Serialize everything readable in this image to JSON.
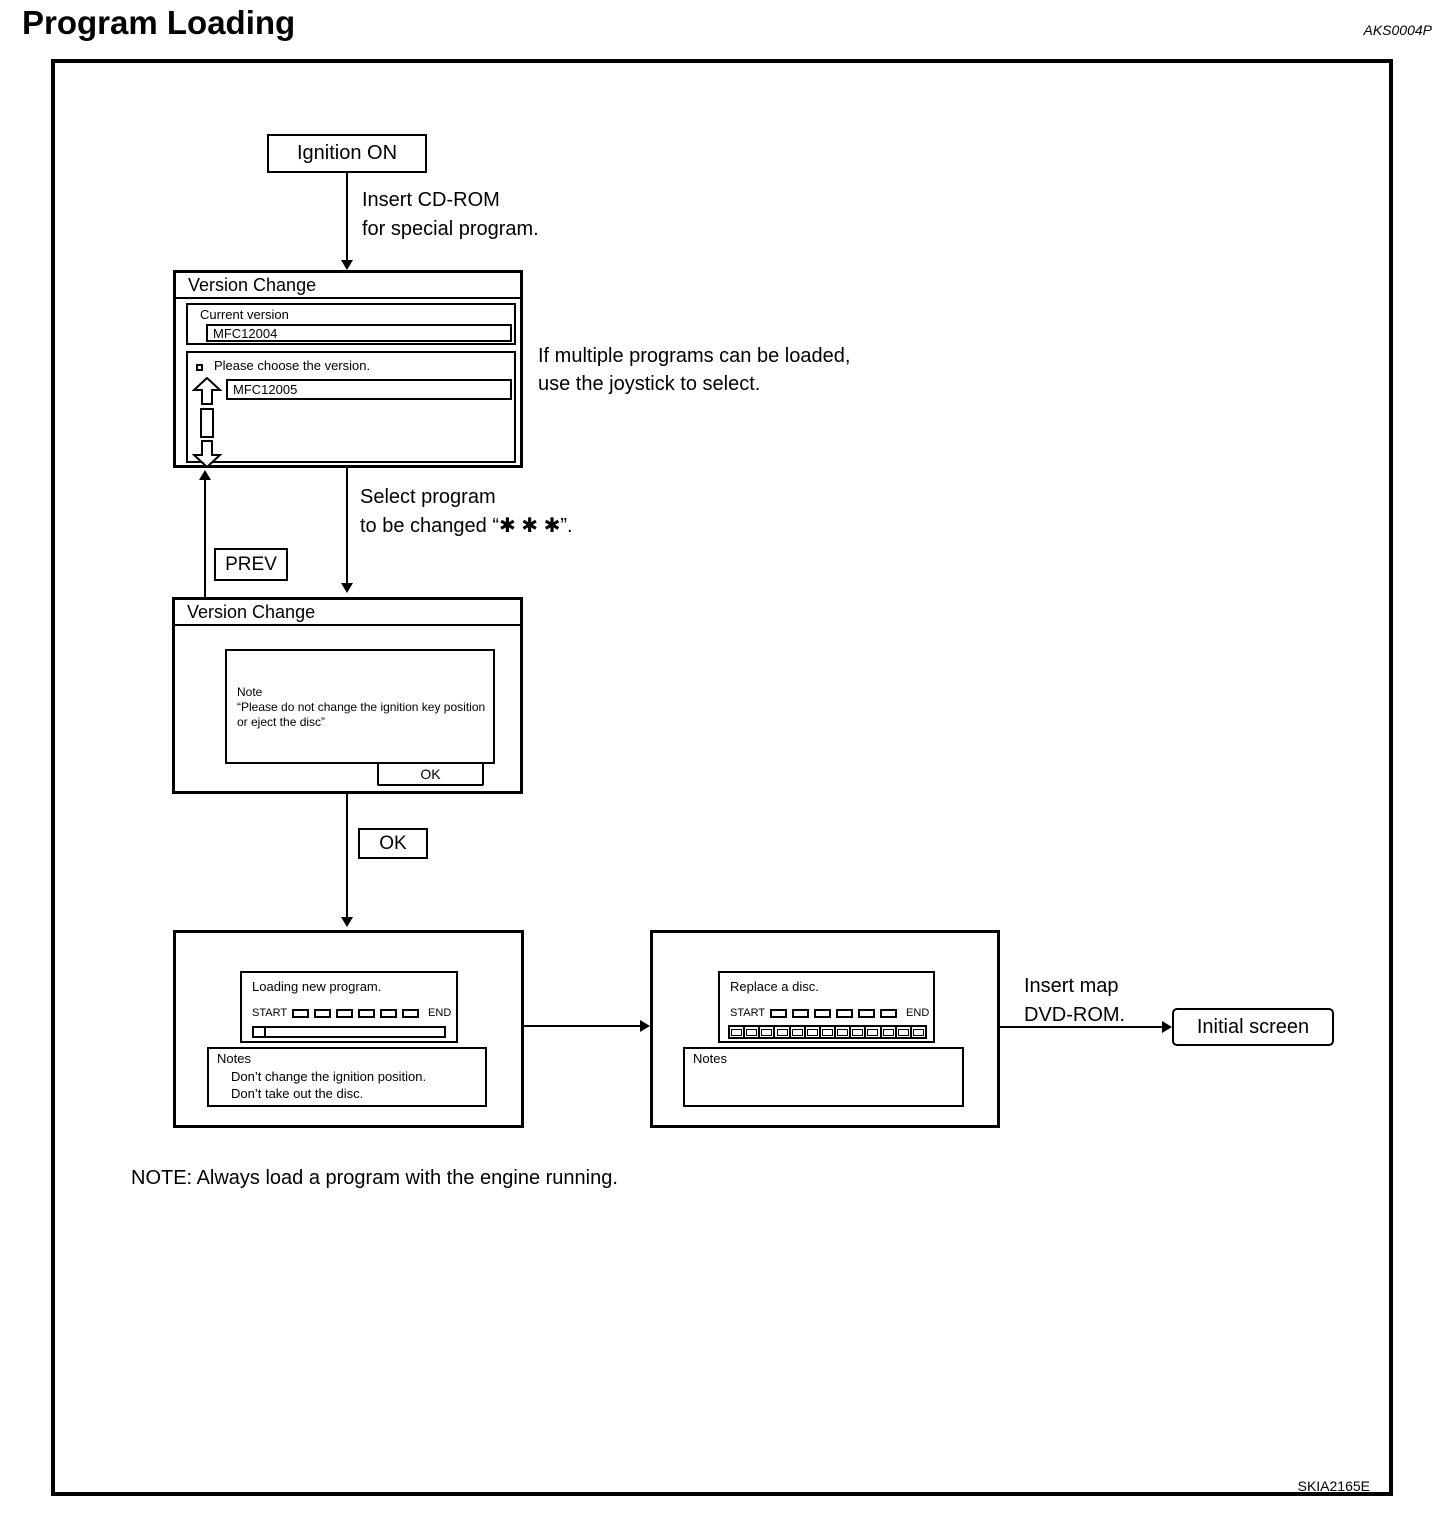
{
  "page": {
    "title": "Program Loading",
    "ref_top": "AKS0004P",
    "ref_bottom": "SKIA2165E",
    "footer_note": "NOTE: Always load a program with the engine running."
  },
  "flow": {
    "ignition": "Ignition ON",
    "insert_cd_1": "Insert CD-ROM",
    "insert_cd_2": "for special program.",
    "multi_1": "If multiple programs can be loaded,",
    "multi_2": "use the joystick to select.",
    "select_1": "Select program",
    "select_2": "to be changed “✱ ✱ ✱”.",
    "prev": "PREV",
    "ok": "OK",
    "insert_map_1": "Insert map",
    "insert_map_2": "DVD-ROM.",
    "initial_screen": "Initial screen"
  },
  "version_screen_1": {
    "title": "Version Change",
    "current_version_label": "Current version",
    "current_version_value": "MFC12004",
    "choose_label": "Please choose the version.",
    "choose_value": "MFC12005"
  },
  "version_screen_2": {
    "title": "Version Change",
    "note_title": "Note",
    "note_1": "“Please do not change the ignition key position",
    "note_2": "or eject the disc”",
    "ok": "OK"
  },
  "loading_screen": {
    "message": "Loading new program.",
    "start": "START",
    "end": "END",
    "notes_title": "Notes",
    "note_1": "Don’t change the ignition position.",
    "note_2": "Don’t take out the disc."
  },
  "replace_screen": {
    "message": "Replace a disc.",
    "start": "START",
    "end": "END",
    "notes_title": "Notes"
  }
}
